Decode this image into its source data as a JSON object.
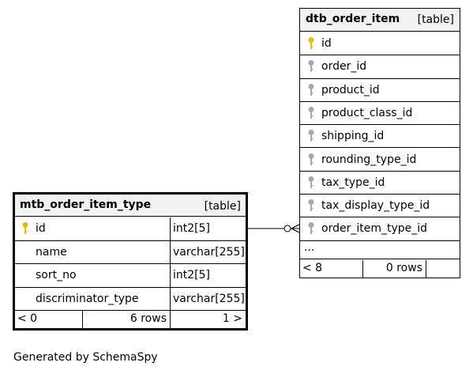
{
  "tables": {
    "dtb_order_item": {
      "name": "dtb_order_item",
      "kind": "[table]",
      "columns": [
        {
          "name": "id",
          "key": "primary"
        },
        {
          "name": "order_id",
          "key": "foreign"
        },
        {
          "name": "product_id",
          "key": "foreign"
        },
        {
          "name": "product_class_id",
          "key": "foreign"
        },
        {
          "name": "shipping_id",
          "key": "foreign"
        },
        {
          "name": "rounding_type_id",
          "key": "foreign"
        },
        {
          "name": "tax_type_id",
          "key": "foreign"
        },
        {
          "name": "tax_display_type_id",
          "key": "foreign"
        },
        {
          "name": "order_item_type_id",
          "key": "foreign"
        }
      ],
      "more": "...",
      "footer": {
        "parents": "< 8",
        "rows": "0 rows",
        "children": ""
      }
    },
    "mtb_order_item_type": {
      "name": "mtb_order_item_type",
      "kind": "[table]",
      "columns": [
        {
          "name": "id",
          "type": "int2[5]",
          "key": "primary"
        },
        {
          "name": "name",
          "type": "varchar[255]",
          "key": "none"
        },
        {
          "name": "sort_no",
          "type": "int2[5]",
          "key": "none"
        },
        {
          "name": "discriminator_type",
          "type": "varchar[255]",
          "key": "none"
        }
      ],
      "footer": {
        "parents": "< 0",
        "rows": "6 rows",
        "children": "1 >"
      }
    }
  },
  "relationship": {
    "from": "mtb_order_item_type.id",
    "to": "dtb_order_item.order_item_type_id",
    "cardinality": "one-to-zero-or-many"
  },
  "colors": {
    "primary_key": "#e0c000",
    "foreign_key": "#a8a8a8",
    "header_bg": "#f2f2f2",
    "border": "#000000"
  },
  "generator": "Generated by SchemaSpy"
}
